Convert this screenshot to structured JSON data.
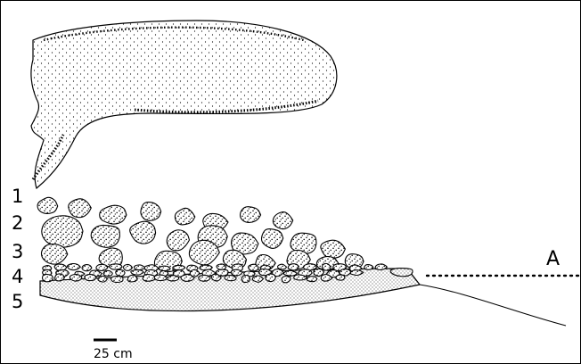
{
  "figure": {
    "layer_labels": [
      "1",
      "2",
      "3",
      "4",
      "5"
    ],
    "marker_label": "A",
    "scale_bar_label": "25 cm"
  }
}
